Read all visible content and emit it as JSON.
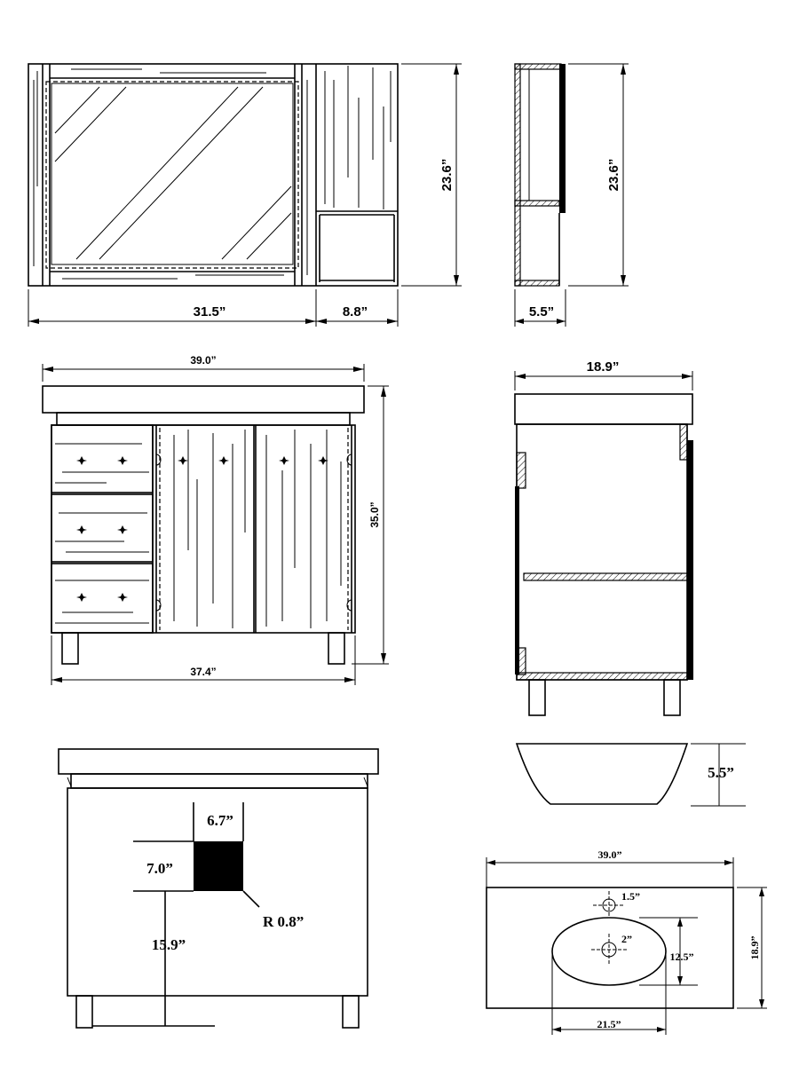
{
  "dimensions": {
    "mirror_width": "31.5”",
    "shelf_width": "8.8”",
    "mirror_height": "23.6”",
    "mirror_side_height": "23.6”",
    "mirror_depth": "5.5”",
    "top_width": "39.0”",
    "vanity_height": "35.0”",
    "cabinet_width": "37.4”",
    "side_depth": "18.9”",
    "cutout_width": "6.7”",
    "cutout_height": "7.0”",
    "corner_radius": "R 0.8”",
    "cutout_from_floor": "15.9”",
    "sink_height": "5.5”",
    "plan_width": "39.0”",
    "plan_depth": "18.9”",
    "faucet_hole": "1.5”",
    "drain_hole": "2”",
    "bowl_depth": "12.5”",
    "bowl_width": "21.5”"
  }
}
